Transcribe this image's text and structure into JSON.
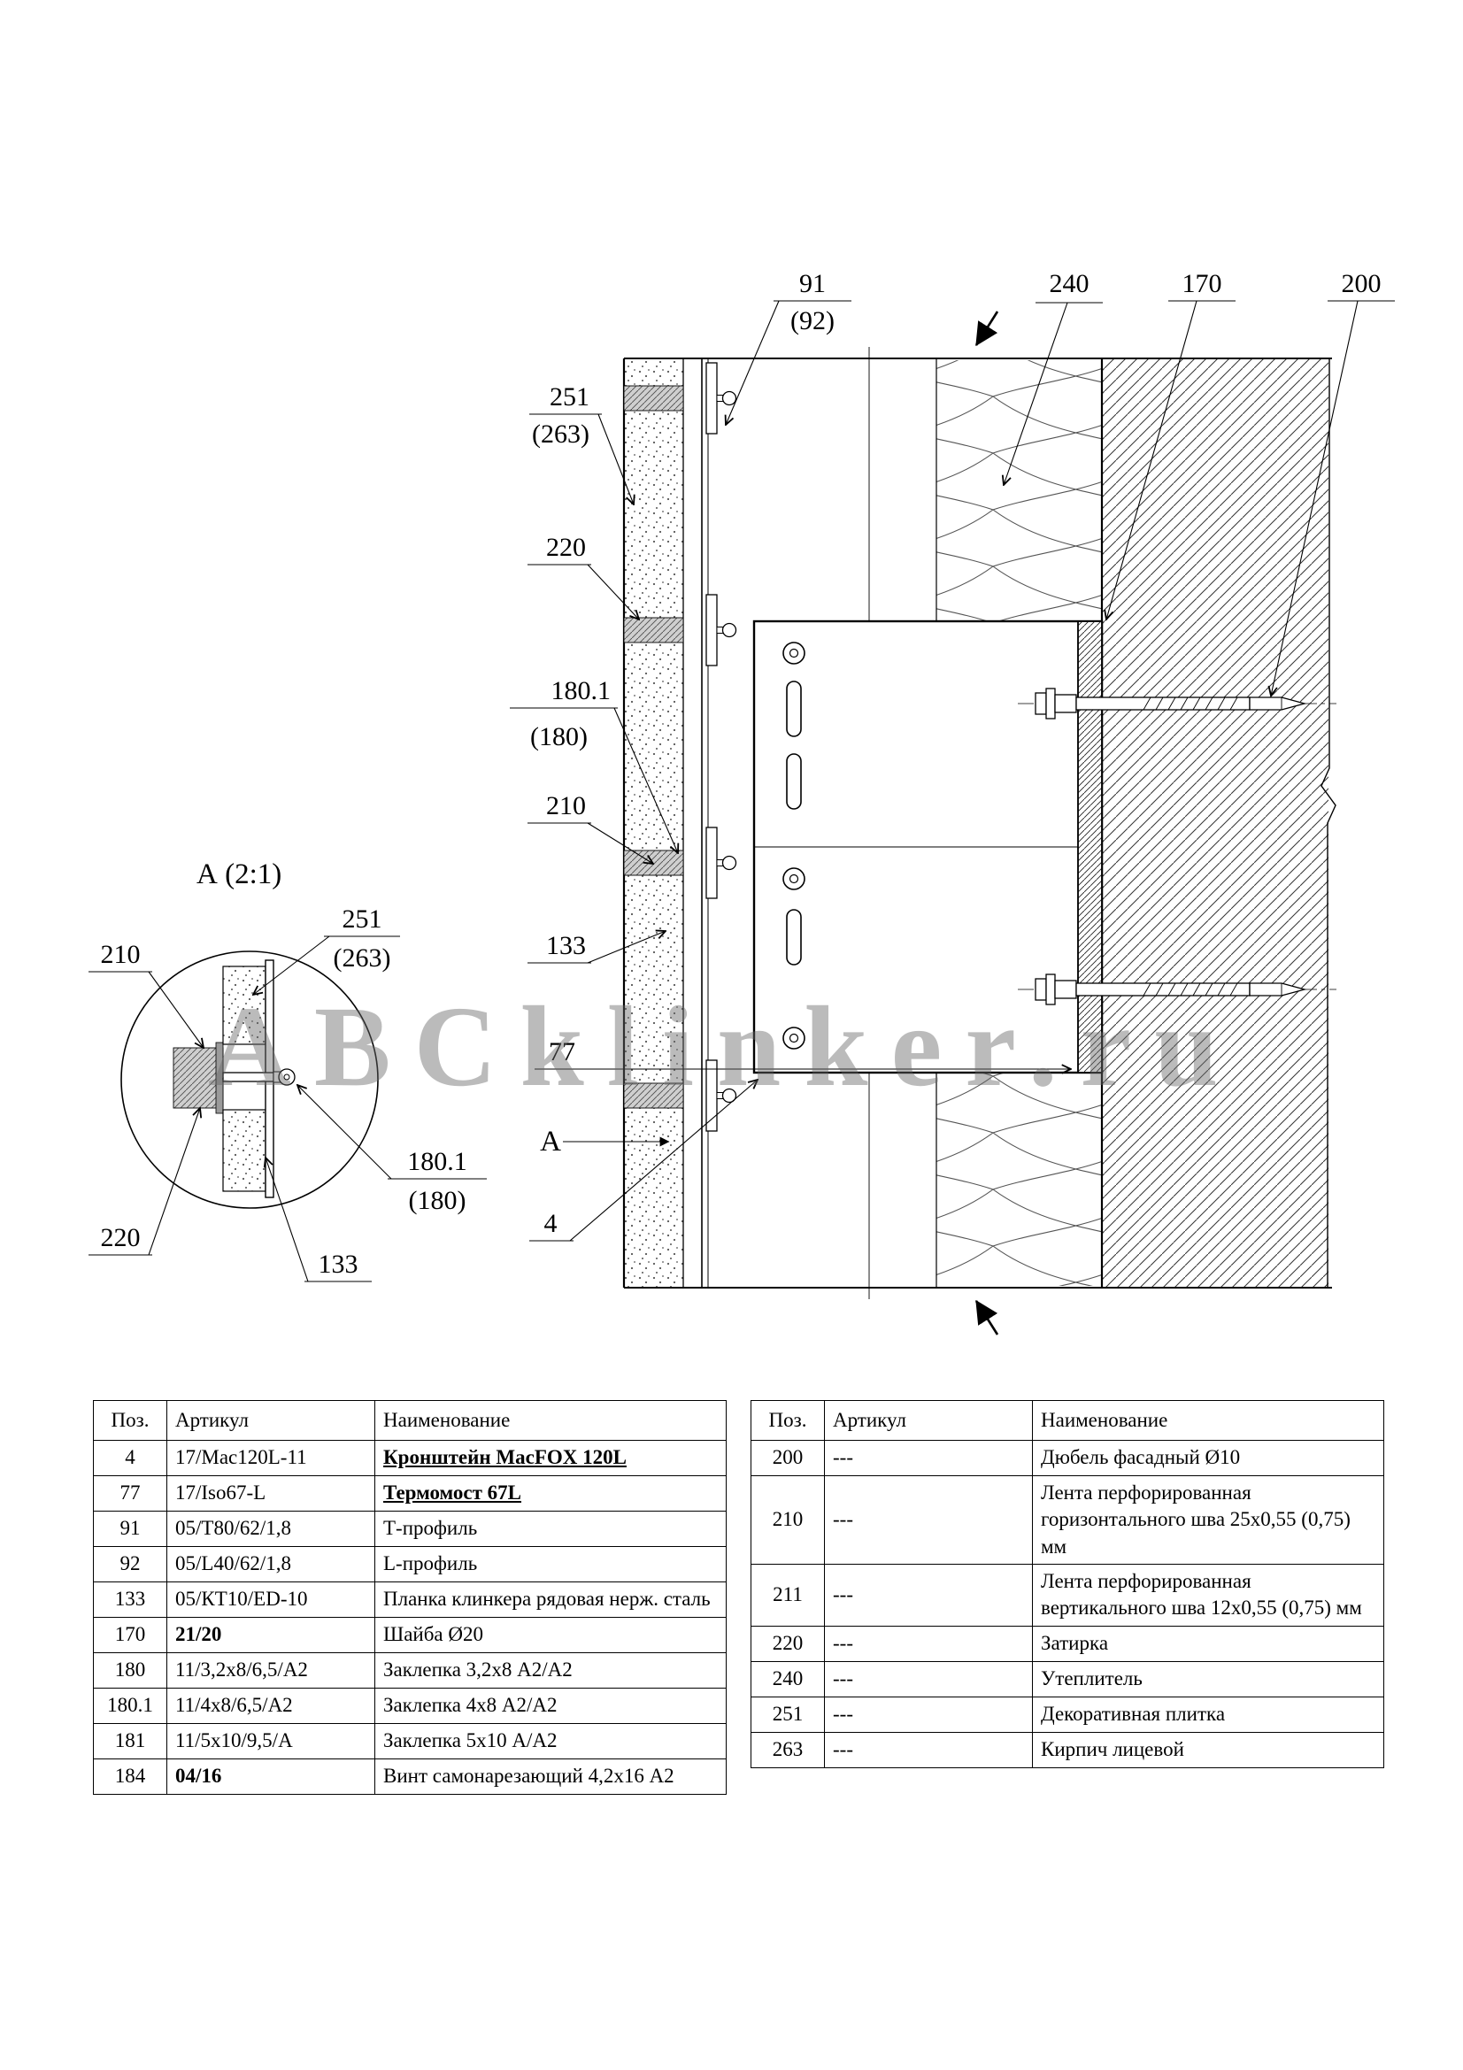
{
  "drawing": {
    "watermark": "ABCklinker.ru",
    "detail_title": "А  (2:1)",
    "labels": {
      "91": "91",
      "92": "(92)",
      "240": "240",
      "170": "170",
      "200": "200",
      "251": "251",
      "263": "(263)",
      "220": "220",
      "180_1": "180.1",
      "180": "(180)",
      "210": "210",
      "133": "133",
      "77": "77",
      "A": "А",
      "4": "4"
    }
  },
  "tables": {
    "left": {
      "headers": [
        "Поз.",
        "Артикул",
        "Наименование"
      ],
      "rows": [
        {
          "pos": "4",
          "art": "17/Mac120L-11",
          "name": "Кронштейн MacFOX 120L",
          "nameBold": true,
          "nameUnderline": true
        },
        {
          "pos": "77",
          "art": "17/Iso67-L",
          "name": "Термомост 67L",
          "nameBold": true,
          "nameUnderline": true
        },
        {
          "pos": "91",
          "art": "05/Т80/62/1,8",
          "name": "Т-профиль"
        },
        {
          "pos": "92",
          "art": "05/L40/62/1,8",
          "name": "L-профиль"
        },
        {
          "pos": "133",
          "art": "05/КТ10/ED-10",
          "name": "Планка клинкера рядовая нерж. сталь"
        },
        {
          "pos": "170",
          "art": "21/20",
          "artBold": true,
          "name": "Шайба Ø20"
        },
        {
          "pos": "180",
          "art": "11/3,2х8/6,5/А2",
          "name": "Заклепка 3,2х8 А2/А2"
        },
        {
          "pos": "180.1",
          "art": "11/4х8/6,5/А2",
          "name": "Заклепка 4х8 А2/А2"
        },
        {
          "pos": "181",
          "art": "11/5х10/9,5/А",
          "name": "Заклепка 5х10 А/А2"
        },
        {
          "pos": "184",
          "art": "04/16",
          "artBold": true,
          "name": "Винт самонарезающий 4,2х16 А2"
        }
      ]
    },
    "right": {
      "headers": [
        "Поз.",
        "Артикул",
        "Наименование"
      ],
      "rows": [
        {
          "pos": "200",
          "art": "---",
          "name": "Дюбель фасадный Ø10"
        },
        {
          "pos": "210",
          "art": "---",
          "name": "Лента перфорированная горизонтального шва 25х0,55 (0,75) мм"
        },
        {
          "pos": "211",
          "art": "---",
          "name": "Лента перфорированная вертикального шва 12х0,55 (0,75) мм"
        },
        {
          "pos": "220",
          "art": "---",
          "name": "Затирка"
        },
        {
          "pos": "240",
          "art": "---",
          "name": "Утеплитель"
        },
        {
          "pos": "251",
          "art": "---",
          "name": "Декоративная плитка"
        },
        {
          "pos": "263",
          "art": "---",
          "name": "Кирпич лицевой"
        }
      ]
    }
  }
}
